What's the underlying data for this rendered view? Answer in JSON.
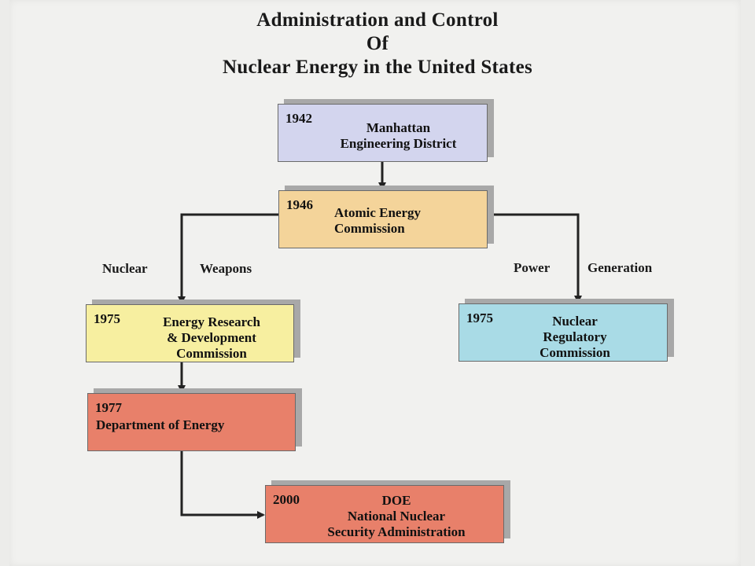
{
  "title": {
    "line1": "Administration and Control",
    "line2": "Of",
    "line3": "Nuclear Energy in the United States"
  },
  "boxes": {
    "manhattan": {
      "year": "1942",
      "name": "Manhattan\nEngineering District",
      "color": "#d3d5ee"
    },
    "aec": {
      "year": "1946",
      "name": "Atomic Energy\nCommission",
      "color": "#f4d49a"
    },
    "erda": {
      "year": "1975",
      "name": "Energy Research\n& Development\nCommission",
      "color": "#f7efa0"
    },
    "nrc": {
      "year": "1975",
      "name": "Nuclear\nRegulatory\nCommission",
      "color": "#a9dbe6"
    },
    "doe": {
      "year": "1977",
      "name": "Department of Energy",
      "color": "#e8806a"
    },
    "nnsa": {
      "year": "2000",
      "name": "DOE\nNational Nuclear\nSecurity Administration",
      "color": "#e8806a"
    }
  },
  "branch_labels": {
    "nuclear": "Nuclear",
    "weapons": "Weapons",
    "power": "Power",
    "generation": "Generation"
  }
}
